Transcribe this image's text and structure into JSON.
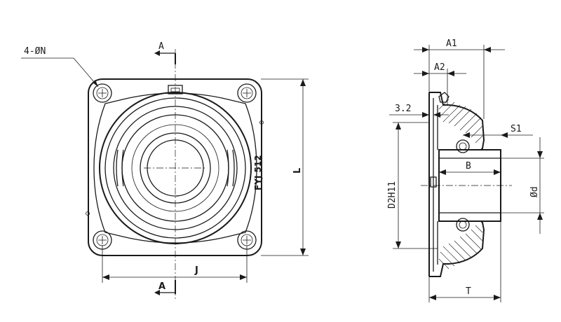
{
  "labels": {
    "holes": "4-ØN",
    "section_top": "A",
    "section_bottom": "A",
    "length_l": "L",
    "spacing_j": "J",
    "marking": "FYJ 512",
    "a1": "A1",
    "a2": "A2",
    "dim_32": "3.2",
    "s1": "S1",
    "b": "B",
    "d": "Ød",
    "d2h11": "D2H11",
    "t": "T"
  }
}
